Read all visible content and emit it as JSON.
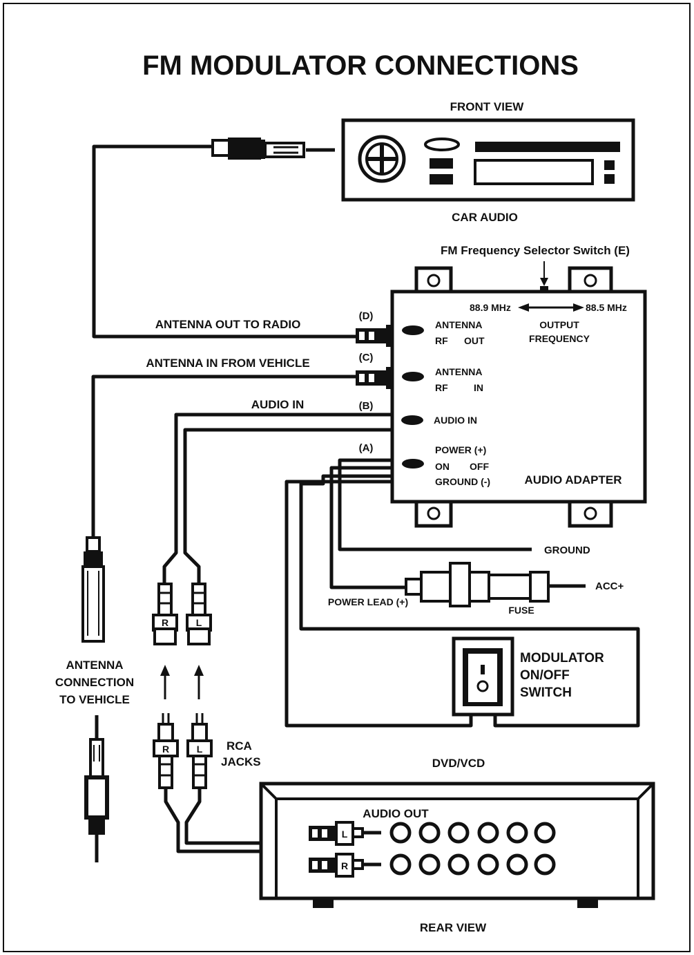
{
  "title": "FM MODULATOR CONNECTIONS",
  "labels": {
    "front_view": "FRONT VIEW",
    "car_audio": "CAR AUDIO",
    "fm_switch": "FM Frequency Selector Switch (E)",
    "freq_left": "88.9 MHz",
    "freq_right": "88.5 MHz",
    "output_freq_1": "OUTPUT",
    "output_freq_2": "FREQUENCY",
    "audio_adapter": "AUDIO ADAPTER",
    "antenna_out_to_radio": "ANTENNA OUT TO RADIO",
    "antenna_in_from_vehicle": "ANTENNA IN FROM VEHICLE",
    "audio_in_cable": "AUDIO IN",
    "port_d": "(D)",
    "port_c": "(C)",
    "port_b": "(B)",
    "port_a": "(A)",
    "antenna_rf_out_1": "ANTENNA",
    "antenna_rf_out_2a": "RF",
    "antenna_rf_out_2b": "OUT",
    "antenna_rf_in_1": "ANTENNA",
    "antenna_rf_in_2a": "RF",
    "antenna_rf_in_2b": "IN",
    "audio_in_port": "AUDIO IN",
    "power_1": "POWER (+)",
    "power_2a": "ON",
    "power_2b": "OFF",
    "power_3": "GROUND (-)",
    "ground": "GROUND",
    "acc": "ACC+",
    "power_lead": "POWER LEAD (+)",
    "fuse": "FUSE",
    "modulator_1": "MODULATOR",
    "modulator_2": "ON/OFF",
    "modulator_3": "SWITCH",
    "antenna_conn_1": "ANTENNA",
    "antenna_conn_2": "CONNECTION",
    "antenna_conn_3": "TO VEHICLE",
    "rca_1": "RCA",
    "rca_2": "JACKS",
    "dvd_vcd": "DVD/VCD",
    "audio_out": "AUDIO OUT",
    "rear_view": "REAR VIEW",
    "plug_r": "R",
    "plug_l": "L"
  }
}
